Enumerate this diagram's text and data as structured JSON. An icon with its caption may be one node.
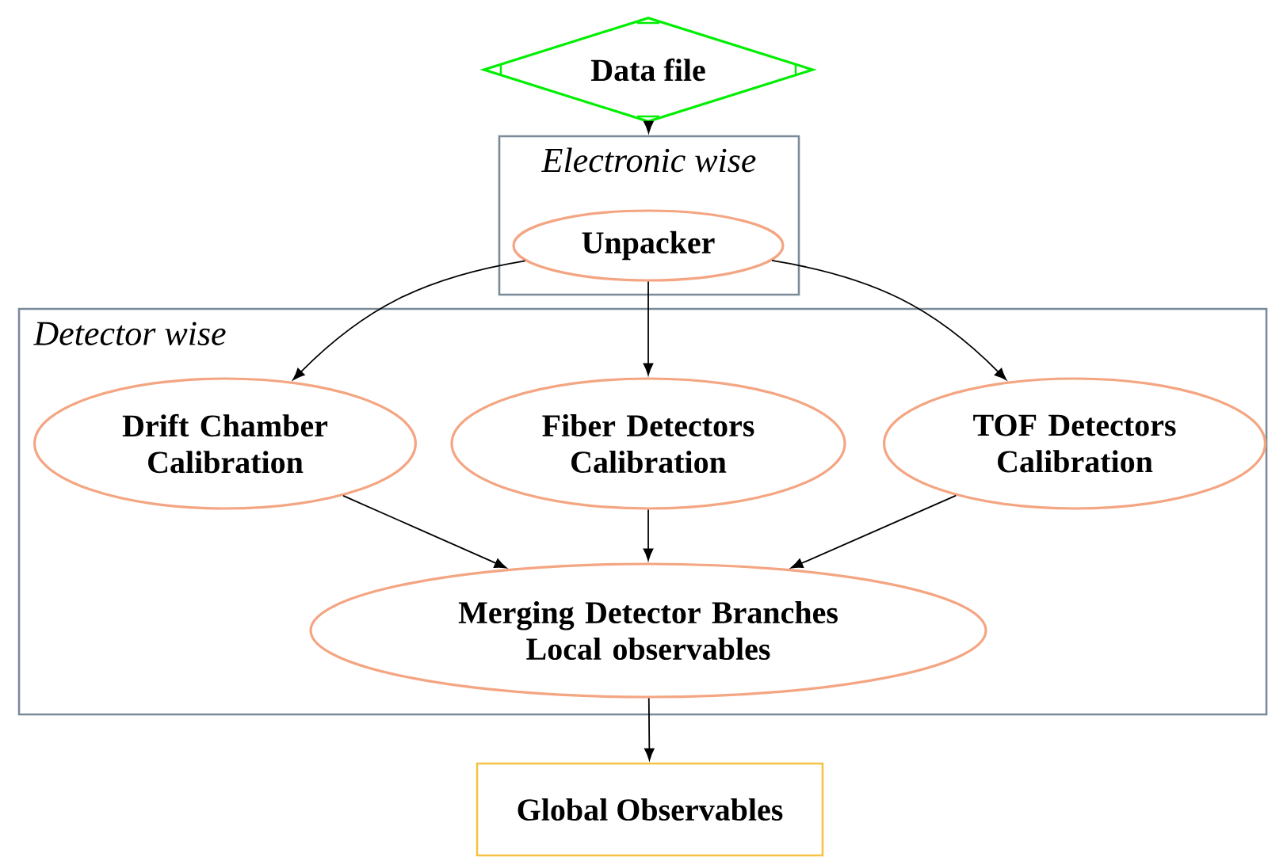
{
  "diagram": {
    "nodes": [
      {
        "text": [
          "Data file"
        ]
      },
      {
        "text": [
          "Electronic wise"
        ]
      },
      {
        "text": [
          "Unpacker"
        ],
        "in": 1
      },
      {
        "text": [
          "Detector wise"
        ]
      },
      {
        "text": [
          "Drift Chamber Calibration"
        ],
        "in": 3
      },
      {
        "text": [
          "Fiber Detectors Calibration"
        ],
        "in": 3
      },
      {
        "text": [
          "TOF Detectors Calibration"
        ],
        "in": 3
      },
      {
        "text": [
          "Merging Detector Branches Local observables"
        ],
        "in": 3
      },
      {
        "text": [
          "Global Observables"
        ]
      }
    ],
    "edges": [
      {
        "from": 0,
        "to": 1,
        "arrow": "to"
      },
      {
        "from": 2,
        "to": 4,
        "arrow": "to"
      },
      {
        "from": 2,
        "to": 5,
        "arrow": "to"
      },
      {
        "from": 2,
        "to": 6,
        "arrow": "to"
      },
      {
        "from": 4,
        "to": 7,
        "arrow": "to"
      },
      {
        "from": 5,
        "to": 7,
        "arrow": "to"
      },
      {
        "from": 6,
        "to": 7,
        "arrow": "to"
      },
      {
        "from": 7,
        "to": 8,
        "arrow": "to"
      }
    ]
  }
}
